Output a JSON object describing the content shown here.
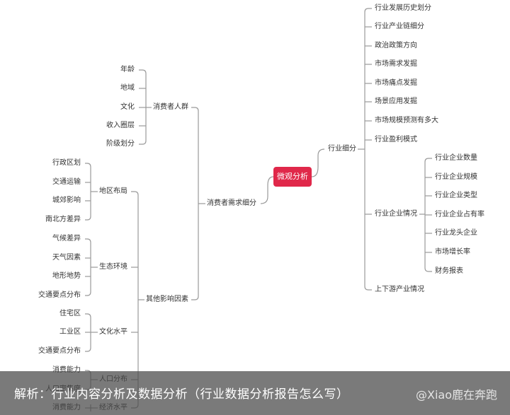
{
  "root": "微观分析",
  "right_branch": {
    "label": "行业细分",
    "items": [
      "行业发展历史划分",
      "行业产业链细分",
      "政治政策方向",
      "市场需求发掘",
      "市场痛点发掘",
      "场景应用发掘",
      "市场规模预测有多大",
      "行业盈利模式"
    ],
    "enterprise": {
      "label": "行业企业情况",
      "items": [
        "行业企业数量",
        "行业企业规模",
        "行业企业类型",
        "行业企业占有率",
        "行业龙头企业",
        "市场增长率",
        "财务报表"
      ]
    },
    "last": "上下游产业情况"
  },
  "left_branch": {
    "label": "消费者需求细分",
    "group_people": {
      "label": "消费者人群",
      "items": [
        "年龄",
        "地域",
        "文化",
        "收入圈层",
        "阶级划分"
      ]
    },
    "group_other": {
      "label": "其他影响因素",
      "region": {
        "label": "地区布局",
        "items": [
          "行政区划",
          "交通运输",
          "城郊影响",
          "南北方差异"
        ]
      },
      "ecology": {
        "label": "生态环境",
        "items": [
          "气候差异",
          "天气因素",
          "地形地势",
          "交通要点分布"
        ]
      },
      "culture": {
        "label": "文化水平",
        "items": [
          "住宅区",
          "工业区",
          "交通要点分布"
        ]
      },
      "population": {
        "label": "人口分布",
        "items": [
          "消费能力",
          "人口密集度"
        ]
      },
      "economy": {
        "label": "经济水平",
        "items": [
          "消费能力"
        ]
      }
    }
  },
  "caption": "解析：行业内容分析及数据分析（行业数据分析报告怎么写）",
  "watermark": "@Xiao鹿在奔跑",
  "colors": {
    "root": "#e0284a",
    "line": "#9a9a9a",
    "text": "#333333"
  }
}
